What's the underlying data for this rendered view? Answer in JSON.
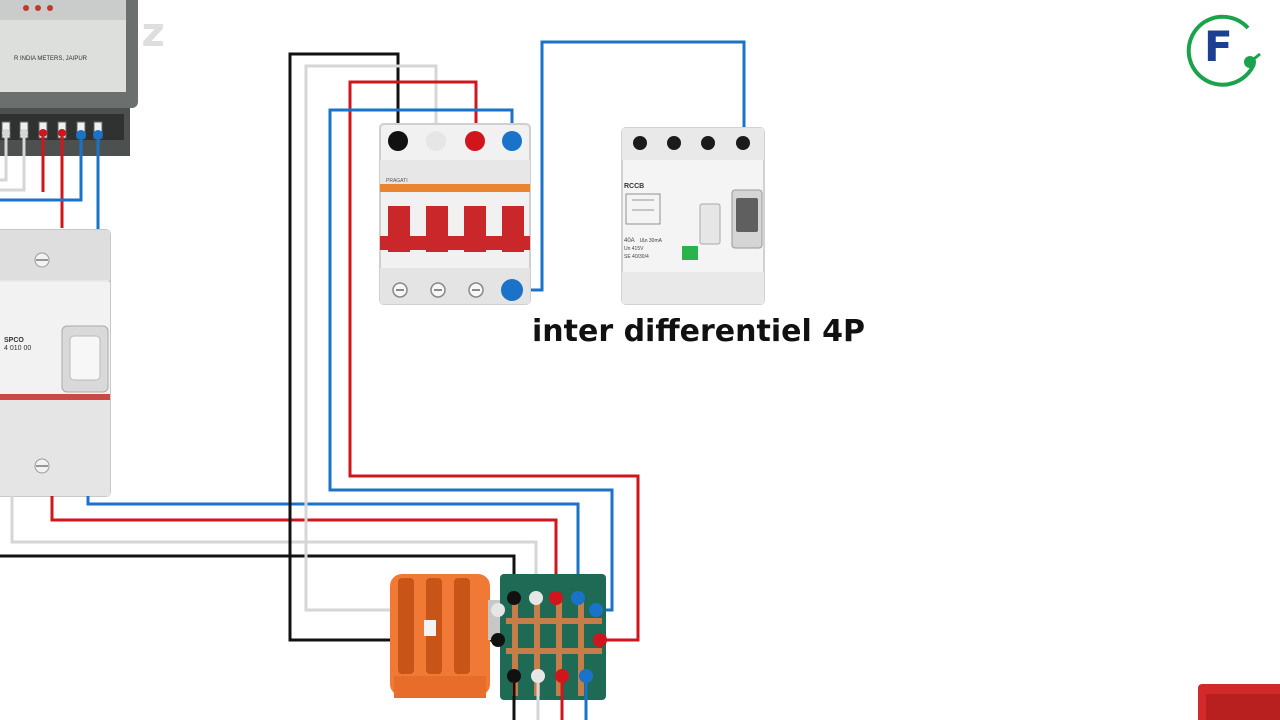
{
  "watermark": "Animiz",
  "caption": "inter differentiel 4P",
  "logo": {
    "letter": "F",
    "ring_color": "#1aa34a",
    "letter_color": "#1c3f93"
  },
  "meter": {
    "label": "R INDIA METERS, JAIPUR"
  },
  "main_switch": {
    "brand": "SPCO",
    "code": "4 010 00"
  },
  "mcb": {
    "brand": "PRAGATI"
  },
  "rccb": {
    "title": "RCCB",
    "rating": "40A",
    "sensitivity": "IΔn 30mA",
    "voltage": "Un 415V",
    "model": "SE 40/30/4"
  },
  "wire_colors": {
    "black": "#111111",
    "white": "#d6d6d6",
    "red": "#d0161c",
    "blue": "#1a73c9"
  }
}
